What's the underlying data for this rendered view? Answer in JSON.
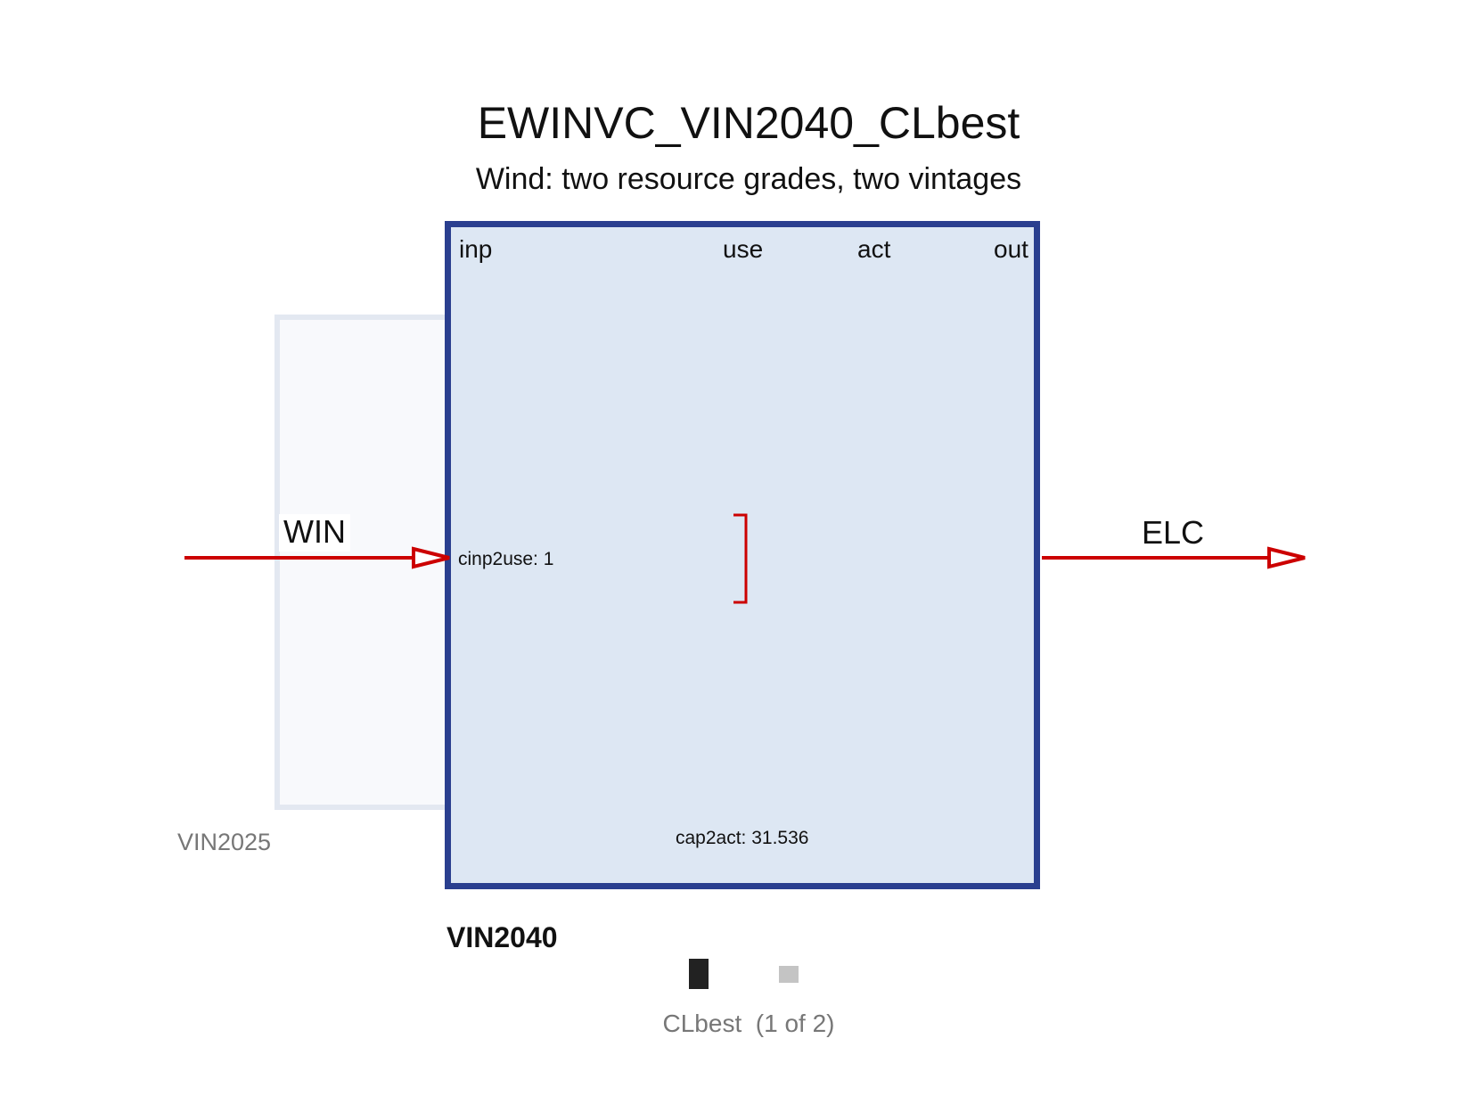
{
  "diagram": {
    "title": "EWINVC_VIN2040_CLbest",
    "subtitle": "Wind: two resource grades, two vintages",
    "process": {
      "vintage": "VIN2040",
      "columns": {
        "inp": "inp",
        "use": "use",
        "act": "act",
        "out": "out"
      },
      "input_coefficient": "cinp2use: 1",
      "capacity_coefficient": "cap2act: 31.536"
    },
    "previous_vintage": "VIN2025",
    "input_commodity": "WIN",
    "output_commodity": "ELC",
    "pager": {
      "label": "CLbest",
      "position": "(1 of 2)"
    },
    "colors": {
      "process_fill": "#dde7f3",
      "process_border": "#2a3f8f",
      "flow": "#cc0000",
      "ghost_fill": "#f8f9fc",
      "ghost_border": "#e3e8f1"
    }
  }
}
